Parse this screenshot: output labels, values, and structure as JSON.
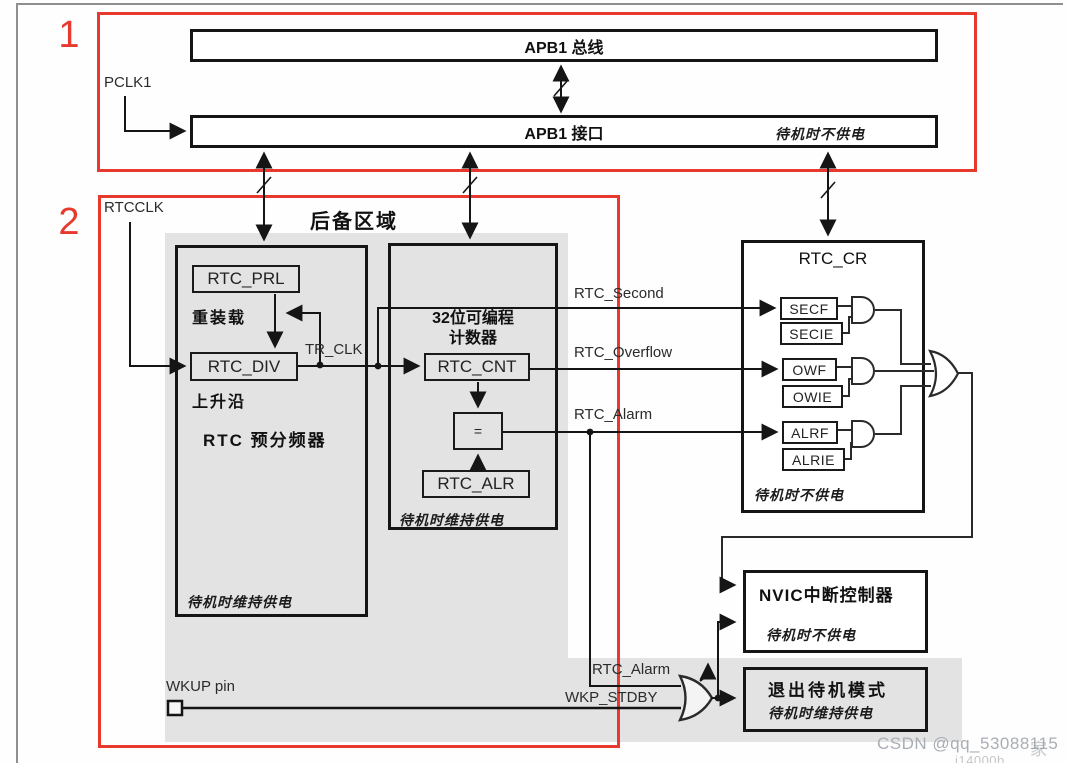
{
  "colors": {
    "accent_red": "#e8392f",
    "backup_gray": "#e3e3e3",
    "line_black": "#1a1a1a",
    "watermark_gray": "#a9aeb4"
  },
  "region1": {
    "number": "1",
    "pclk1": "PCLK1",
    "apb1_bus": "APB1 总线",
    "apb1_interface": "APB1 接口",
    "no_power_standby": "待机时不供电"
  },
  "region2": {
    "number": "2",
    "rtcclk": "RTCCLK",
    "backup_area": "后备区域",
    "tr_clk": "TR_CLK",
    "prescaler": {
      "rtc_prl": "RTC_PRL",
      "reload": "重装载",
      "rtc_div": "RTC_DIV",
      "rising_edge": "上升沿",
      "title": "RTC 预分频器",
      "powered_in_standby": "待机时维持供电"
    },
    "counter": {
      "title_line1": "32位可编程",
      "title_line2": "计数器",
      "rtc_cnt": "RTC_CNT",
      "equals": "=",
      "rtc_alr": "RTC_ALR",
      "powered_in_standby": "待机时维持供电"
    }
  },
  "signals": {
    "rtc_second": "RTC_Second",
    "rtc_overflow": "RTC_Overflow",
    "rtc_alarm": "RTC_Alarm",
    "rtc_alarm_bottom": "RTC_Alarm",
    "wkp_stdby": "WKP_STDBY",
    "wkup_pin": "WKUP pin"
  },
  "rtc_cr": {
    "title": "RTC_CR",
    "secf": "SECF",
    "secie": "SECIE",
    "owf": "OWF",
    "owie": "OWIE",
    "alrf": "ALRF",
    "alrie": "ALRIE",
    "no_power_standby": "待机时不供电"
  },
  "nvic": {
    "title": "NVIC中断控制器",
    "no_power_standby": "待机时不供电"
  },
  "exit_standby": {
    "title": "退出待机模式",
    "powered_in_standby": "待机时维持供电"
  },
  "watermark": {
    "main": "CSDN @qq_53088115",
    "overlay": "家",
    "fragment": "i14000b"
  }
}
